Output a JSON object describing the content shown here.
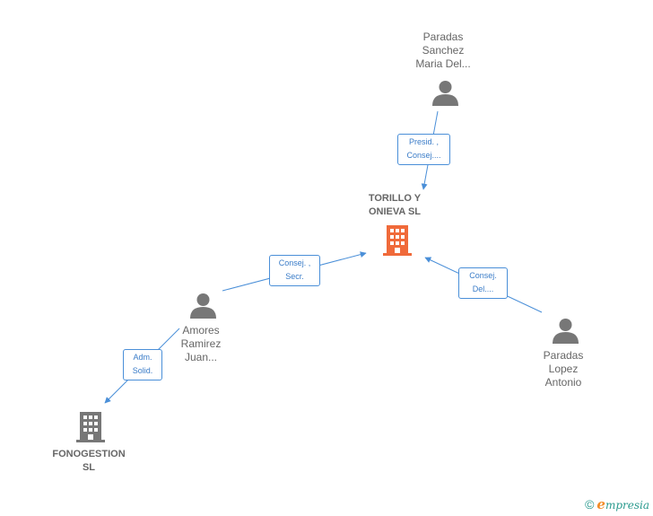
{
  "colors": {
    "edge": "#4a8fd8",
    "person_icon": "#777777",
    "company_main": "#f06a3a",
    "company_other": "#777777"
  },
  "nodes": {
    "main_company": {
      "line1": "TORILLO Y",
      "line2": "ONIEVA SL",
      "icon": "building-icon"
    },
    "paradas_sanchez": {
      "line1": "Paradas",
      "line2": "Sanchez",
      "line3": "Maria Del...",
      "icon": "person-icon"
    },
    "amores_ramirez": {
      "line1": "Amores",
      "line2": "Ramirez",
      "line3": "Juan...",
      "icon": "person-icon"
    },
    "paradas_lopez": {
      "line1": "Paradas",
      "line2": "Lopez",
      "line3": "Antonio",
      "icon": "person-icon"
    },
    "fonogestion": {
      "line1": "FONOGESTION",
      "line2": "SL",
      "icon": "building-icon"
    }
  },
  "edges": {
    "paradas_sanchez_role": {
      "line1": "Presid. ,",
      "line2": "Consej...."
    },
    "amores_role": {
      "line1": "Consej. ,",
      "line2": "Secr."
    },
    "paradas_lopez_role": {
      "line1": "Consej.",
      "line2": "Del...."
    },
    "fonogestion_role": {
      "line1": "Adm.",
      "line2": "Solid."
    }
  },
  "footer": {
    "copyright": "©",
    "brand_first": "e",
    "brand_rest": "mpresia"
  }
}
